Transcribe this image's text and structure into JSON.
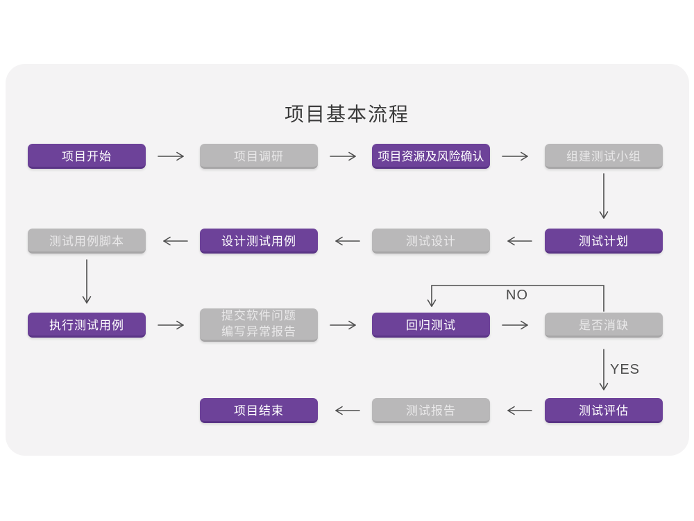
{
  "title": "项目基本流程",
  "colors": {
    "purple": "#6d4299",
    "purpleDark": "#5a3486",
    "gray": "#b9b8b9",
    "grayDark": "#a7a6a7",
    "card": "#f4f3f4",
    "arrow": "#4d4d4d",
    "title": "#3a3a3a",
    "nodeTextPurple": "#ffffff",
    "nodeTextGray": "#e9e8e9"
  },
  "flow": {
    "nodes": [
      {
        "id": "project-start",
        "label": "项目开始",
        "style": "purple"
      },
      {
        "id": "project-research",
        "label": "项目调研",
        "style": "gray"
      },
      {
        "id": "resource-risk-confirm",
        "label": "项目资源及风险确认",
        "style": "purple"
      },
      {
        "id": "build-test-team",
        "label": "组建测试小组",
        "style": "gray"
      },
      {
        "id": "test-plan",
        "label": "测试计划",
        "style": "purple"
      },
      {
        "id": "test-design",
        "label": "测试设计",
        "style": "gray"
      },
      {
        "id": "design-test-cases",
        "label": "设计测试用例",
        "style": "purple"
      },
      {
        "id": "test-case-scripts",
        "label": "测试用例脚本",
        "style": "gray"
      },
      {
        "id": "execute-test-cases",
        "label": "执行测试用例",
        "style": "purple"
      },
      {
        "id": "submit-issue-report",
        "label": "提交软件问题\n编写异常报告",
        "style": "gray"
      },
      {
        "id": "regression-test",
        "label": "回归测试",
        "style": "purple"
      },
      {
        "id": "defect-resolved",
        "label": "是否消缺",
        "style": "gray"
      },
      {
        "id": "test-evaluation",
        "label": "测试评估",
        "style": "purple"
      },
      {
        "id": "test-report",
        "label": "测试报告",
        "style": "gray"
      },
      {
        "id": "project-end",
        "label": "项目结束",
        "style": "purple"
      }
    ],
    "branch_labels": {
      "no": "NO",
      "yes": "YES"
    },
    "edges": [
      "项目开始→项目调研",
      "项目调研→项目资源及风险确认",
      "项目资源及风险确认→组建测试小组",
      "组建测试小组→测试计划",
      "测试计划→测试设计",
      "测试设计→设计测试用例",
      "设计测试用例→测试用例脚本",
      "测试用例脚本→执行测试用例",
      "执行测试用例→提交软件问题编写异常报告",
      "提交软件问题编写异常报告→回归测试",
      "回归测试→是否消缺",
      "是否消缺→回归测试 (NO)",
      "是否消缺→测试评估 (YES)",
      "测试评估→测试报告",
      "测试报告→项目结束"
    ]
  }
}
